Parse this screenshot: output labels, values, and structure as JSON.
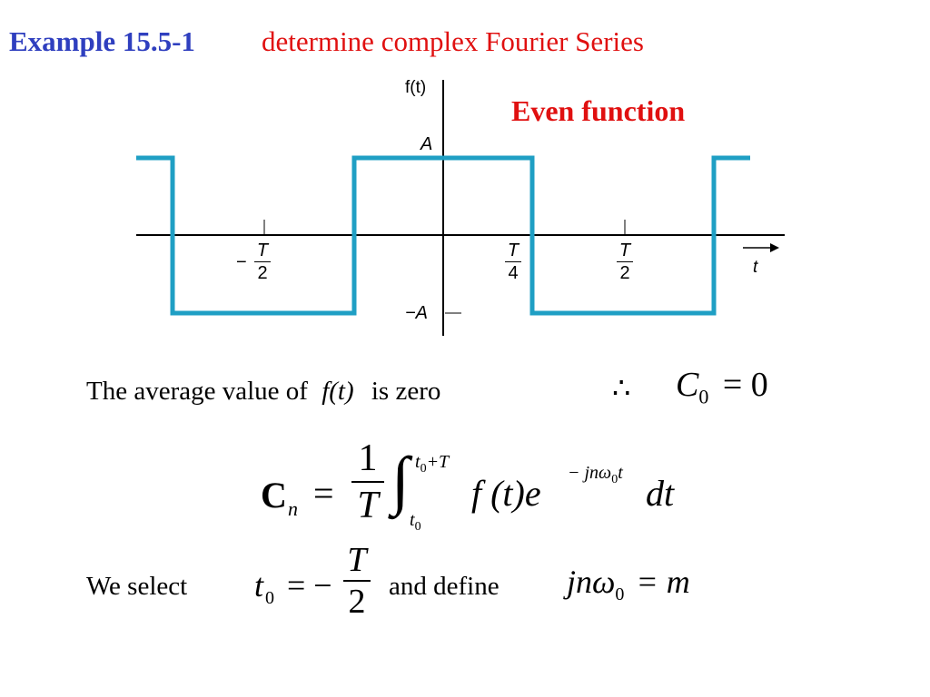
{
  "header": {
    "example_label": "Example 15.5-1",
    "subtitle": "determine complex Fourier Series"
  },
  "plot": {
    "annotation": "Even function",
    "y_axis_label": "f(t)",
    "x_axis_label": "t",
    "level_high": "A",
    "level_low": "−A",
    "ticks": [
      {
        "sign": "−",
        "num": "T",
        "den": "2"
      },
      {
        "sign": "",
        "num": "T",
        "den": "4"
      },
      {
        "sign": "",
        "num": "T",
        "den": "2"
      }
    ],
    "wave_color": "#1f9fc4"
  },
  "text": {
    "avg_prefix": "The average value of",
    "avg_func": "f(t)",
    "avg_suffix": "is zero",
    "therefore": "∴",
    "c0_var": "C",
    "c0_sub": "0",
    "c0_eq": "= 0",
    "formula_lhs": "C",
    "formula_lhs_sub": "n",
    "formula_eq": "=",
    "formula_num": "1",
    "formula_den": "T",
    "integral": "∫",
    "upper_limit": "t",
    "upper_limit_sub": "0",
    "upper_limit_rest": "+T",
    "lower_limit": "t",
    "lower_limit_sub": "0",
    "integrand": "f (t)e",
    "exponent": "− jnω",
    "exponent_sub": "0",
    "exponent_rest": "t",
    "dt": "dt",
    "select_label": "We select",
    "t0_var": "t",
    "t0_sub": "0",
    "t0_eq": "= −",
    "t0_num": "T",
    "t0_den": "2",
    "define_label": "and define",
    "m_lhs": "jnω",
    "m_sub": "0",
    "m_rhs": "= m"
  }
}
